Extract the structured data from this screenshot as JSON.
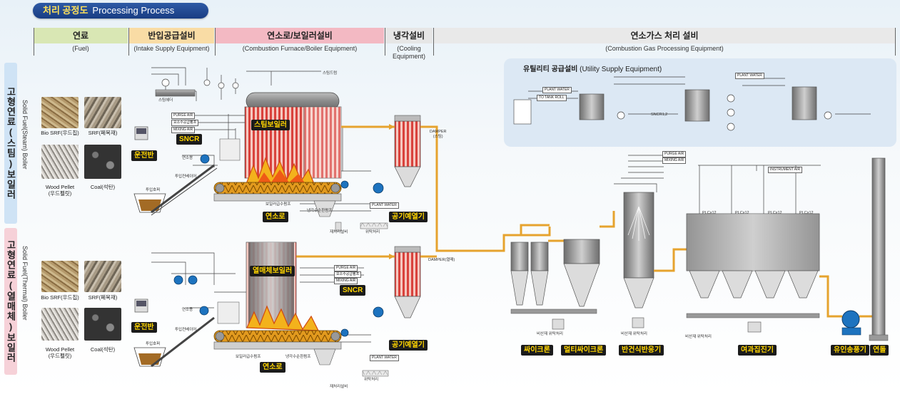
{
  "title": {
    "ko": "처리 공정도",
    "en": "Processing Process"
  },
  "headers": [
    {
      "ko": "연료",
      "en": "(Fuel)",
      "bg": "#d9e7b4"
    },
    {
      "ko": "반입공급설비",
      "en": "(Intake Supply Equipment)",
      "bg": "#f9dca5"
    },
    {
      "ko": "연소로/보일러설비",
      "en": "(Combustion Furnace/Boiler Equipment)",
      "bg": "#f3b9c3"
    },
    {
      "ko": "냉각설비",
      "en": "(Cooling Equipment)",
      "bg": "#e6e6e6"
    },
    {
      "ko": "연소가스 처리 설비",
      "en": "(Combustion Gas Processing Equipment)",
      "bg": "#e9e9e9"
    }
  ],
  "rows": [
    {
      "ko": "고형연료(스팀)보일러",
      "en": "Solid Fuel(Steam) Boiler",
      "color": "#cfe3f5"
    },
    {
      "ko": "고형연료(열매체)보일러",
      "en": "Solid Fuel(Thermal) Boiler",
      "color": "#f6d1d8"
    }
  ],
  "fuels": {
    "bio_srf": "Bio SRF(우드칩)",
    "srf": "SRF(폐목재)",
    "wood_pellet": "Wood Pellet\n(우드펠릿)",
    "coal": "Coal(석탄)"
  },
  "tags": {
    "operator1": "운전반",
    "operator2": "운전반",
    "steam_boiler": "스팀보일러",
    "thermal_boiler": "열매체보일러",
    "furnace1": "연소로",
    "furnace2": "연소로",
    "air_preheater1": "공기예열기",
    "air_preheater2": "공기예열기",
    "sncr1": "SNCR",
    "sncr2": "SNCR",
    "cyclone": "싸이크론",
    "multi_cyclone": "멀티싸이크론",
    "semi_dry": "반건식반응기",
    "bag_filter": "여과집진기",
    "id_fan": "유인송풍기",
    "stack": "연돌"
  },
  "labels": {
    "purge_air": "PURGE AIR",
    "urea": "요소수공급펌프",
    "mixing_air": "MIXING AIR",
    "plant_water": "PLANT WATER",
    "damper1": "DAMPER\n(스팀)",
    "damper2": "DAMPER(열매)",
    "instrument_air": "INSTRUMENT AIR",
    "steam_header": "스팀헤더",
    "fuel_supply": "연소용",
    "fuel_conveyor": "투입컨베이어",
    "hopper": "투입호퍼",
    "boiler_water_pump": "보일러급수펌프",
    "cooling_pump": "냉각수순환펌프",
    "ash_removal": "재처리설비",
    "ash_cooler": "위탁처리",
    "fly_ash": "비산재 위탁처리",
    "pulse": "PLCx12",
    "to_tank_roll": "TO TANK ROLL",
    "plant_water2": "PLANT WATER",
    "sncr_label": "SNCR1,2",
    "steam_supply": "스팀드럼"
  },
  "utility": {
    "title_ko": "유틸리티 공급설비",
    "title_en": "(Utility Supply Equipment)"
  }
}
